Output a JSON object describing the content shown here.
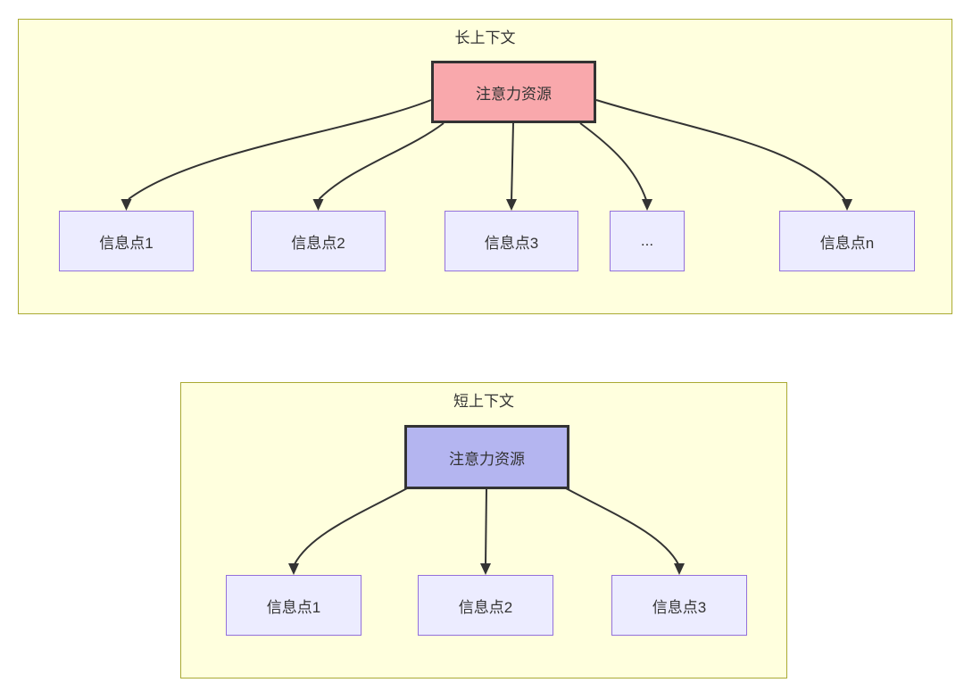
{
  "diagram": {
    "clusters": [
      {
        "title": "长上下文",
        "root": {
          "label": "注意力资源",
          "fill": "#f9a8ac"
        },
        "children": [
          {
            "label": "信息点1"
          },
          {
            "label": "信息点2"
          },
          {
            "label": "信息点3"
          },
          {
            "label": "..."
          },
          {
            "label": "信息点n"
          }
        ]
      },
      {
        "title": "短上下文",
        "root": {
          "label": "注意力资源",
          "fill": "#b4b5f0"
        },
        "children": [
          {
            "label": "信息点1"
          },
          {
            "label": "信息点2"
          },
          {
            "label": "信息点3"
          }
        ]
      }
    ],
    "colors": {
      "cluster_fill": "#ffffde",
      "cluster_border": "#aaaa33",
      "child_node_fill": "#ececff",
      "child_node_border": "#9370db",
      "root_border": "#333333",
      "edge": "#333333",
      "text": "#333333",
      "page_background": "#ffffff"
    }
  }
}
